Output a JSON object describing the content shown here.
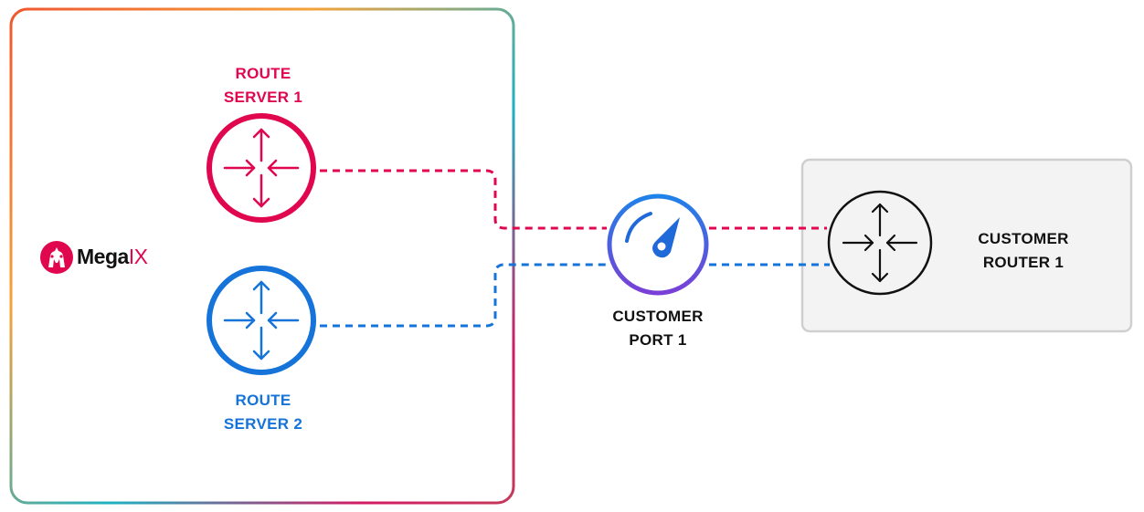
{
  "logo": {
    "word_main": "Mega",
    "word_accent": "IX"
  },
  "nodes": {
    "route_server_1": {
      "line1": "ROUTE",
      "line2": "SERVER 1"
    },
    "route_server_2": {
      "line1": "ROUTE",
      "line2": "SERVER 2"
    },
    "customer_port_1": {
      "line1": "CUSTOMER",
      "line2": "PORT 1"
    },
    "customer_router_1": {
      "line1": "CUSTOMER",
      "line2": "ROUTER 1"
    }
  },
  "colors": {
    "route_server_1": "#e0074f",
    "route_server_2": "#1573d9",
    "customer_router": "#111111",
    "customer_box_fill": "#f3f3f3",
    "customer_box_border": "#cfcfcf",
    "frame_gradient": [
      "#f0562f",
      "#f4a23a",
      "#1fb0c4",
      "#d21a63"
    ]
  },
  "icons": {
    "route_server_1": "router-icon",
    "route_server_2": "router-icon",
    "customer_port_1": "speedometer-icon",
    "customer_router_1": "router-icon",
    "logo": "megaport-logo-icon"
  }
}
